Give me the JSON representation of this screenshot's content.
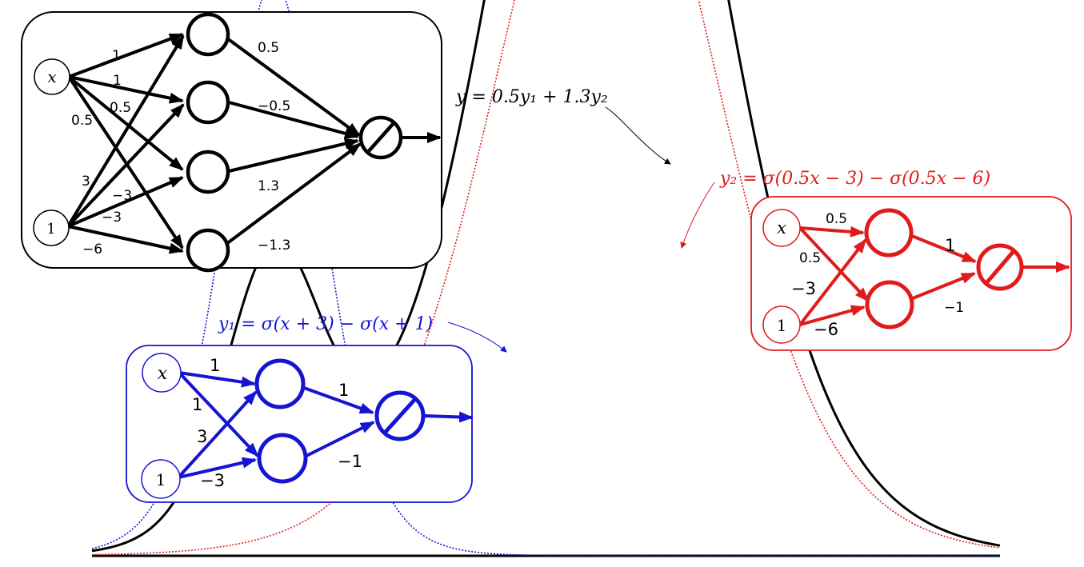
{
  "formulas": {
    "y": "y = 0.5y₁ + 1.3y₂",
    "y1": "y₁ = σ(x + 3) − σ(x + 1)",
    "y2": "y₂ = σ(0.5x − 3) − σ(0.5x − 6)"
  },
  "colors": {
    "combined": "#000000",
    "net1": "#1414d2",
    "net2": "#e01b1b"
  },
  "combined_net": {
    "input_x": "x",
    "input_bias": "1",
    "w_x_h1": "1",
    "w_x_h2": "1",
    "w_x_h3": "0.5",
    "w_x_h4": "0.5",
    "w_b_h1": "3",
    "w_b_h2": "−3",
    "w_b_h3": "−3",
    "w_b_h4": "−6",
    "w_h1_out": "0.5",
    "w_h2_out": "−0.5",
    "w_h3_out": "1.3",
    "w_h4_out": "−1.3"
  },
  "net1": {
    "input_x": "x",
    "input_bias": "1",
    "w_x_h1": "1",
    "w_x_h2": "1",
    "w_b_h1": "3",
    "w_b_h2": "−3",
    "w_h1_out": "1",
    "w_h2_out": "−1"
  },
  "net2": {
    "input_x": "x",
    "input_bias": "1",
    "w_x_h1": "0.5",
    "w_x_h2": "0.5",
    "w_b_h1": "−3",
    "w_b_h2": "−6",
    "w_h1_out": "1",
    "w_h2_out": "−1"
  }
}
